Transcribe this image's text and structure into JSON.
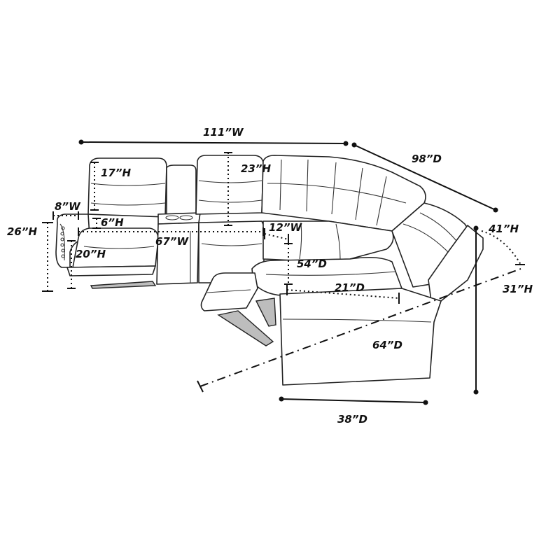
{
  "dimensions": {
    "overall_width": "111”W",
    "overall_depth": "98”D",
    "back_height_left": "17”H",
    "back_height_console": "23”H",
    "arm_width": "8”W",
    "overall_height": "26”H",
    "console_height": "6”H",
    "seat_height": "20”H",
    "inner_width": "67”W",
    "extension_width": "12”W",
    "extended_depth": "54”D",
    "seat_depth": "21”D",
    "back_height_right": "41”H",
    "arm_height_right": "31”H",
    "right_length": "64”D",
    "right_depth": "38”D"
  }
}
